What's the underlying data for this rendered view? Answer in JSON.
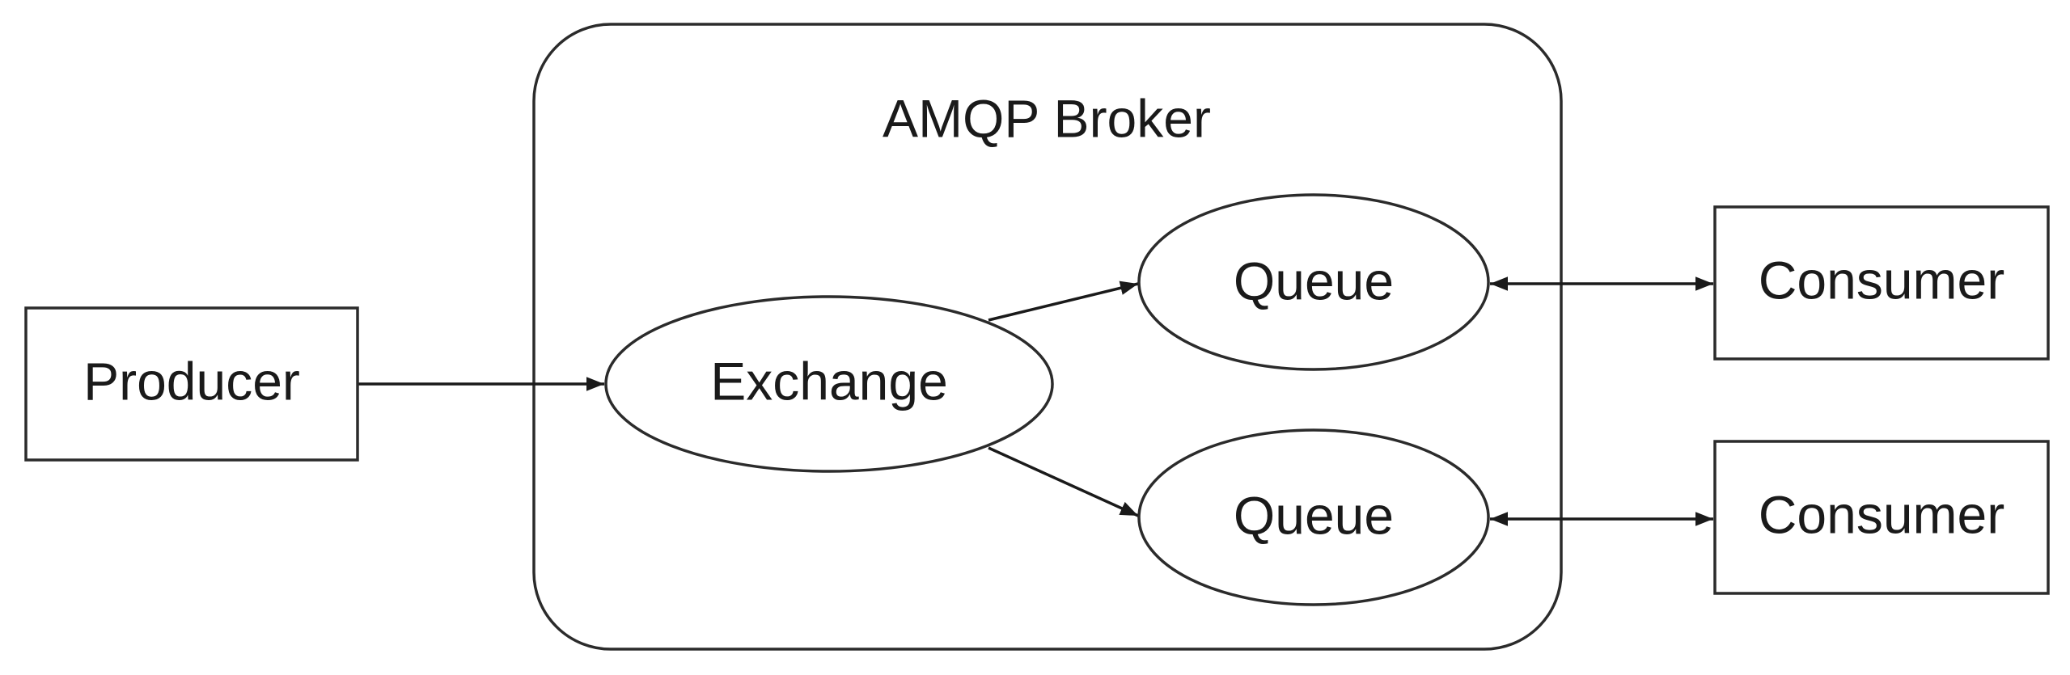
{
  "diagram": {
    "broker": {
      "label": "AMQP Broker"
    },
    "producer": {
      "label": "Producer"
    },
    "exchange": {
      "label": "Exchange"
    },
    "queues": [
      {
        "label": "Queue"
      },
      {
        "label": "Queue"
      }
    ],
    "consumers": [
      {
        "label": "Consumer"
      },
      {
        "label": "Consumer"
      }
    ],
    "edges": [
      {
        "from": "Producer",
        "to": "Exchange",
        "direction": "one-way"
      },
      {
        "from": "Exchange",
        "to": "Queue 1",
        "direction": "one-way"
      },
      {
        "from": "Exchange",
        "to": "Queue 2",
        "direction": "one-way"
      },
      {
        "from": "Queue 1",
        "to": "Consumer 1",
        "direction": "two-way"
      },
      {
        "from": "Queue 2",
        "to": "Consumer 2",
        "direction": "two-way"
      }
    ],
    "colors": {
      "stroke": "#2b2b2b",
      "text": "#1a1a1a",
      "background": "#ffffff"
    }
  }
}
